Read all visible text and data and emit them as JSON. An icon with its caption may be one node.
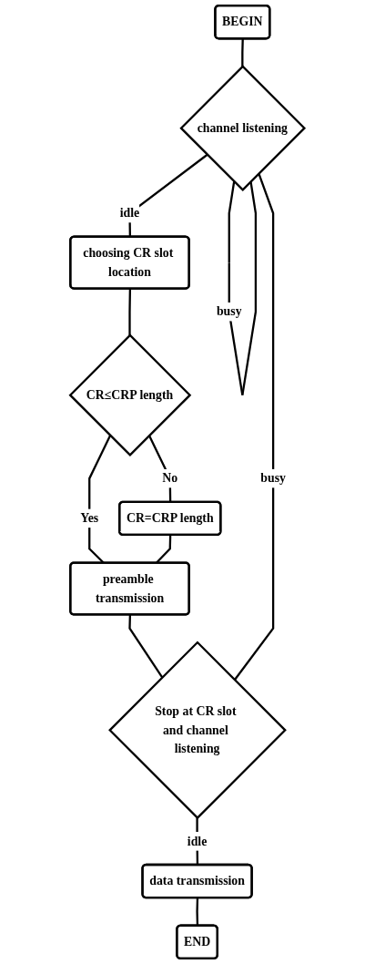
{
  "diagram": {
    "nodes": [
      {
        "text": [
          "BEGIN"
        ]
      },
      {
        "text": [
          "channel listening"
        ]
      },
      {
        "text": [
          "choosing CR slot location"
        ]
      },
      {
        "text": [
          "CR≤CRP length"
        ]
      },
      {
        "text": [
          "CR=CRP length"
        ]
      },
      {
        "text": [
          "preamble transmission"
        ]
      },
      {
        "text": [
          "Stop at CR slot and channel listening"
        ]
      },
      {
        "text": [
          "data transmission"
        ]
      },
      {
        "text": [
          "END"
        ]
      }
    ],
    "edges": [
      {
        "from": 0,
        "to": 1,
        "arrow": "none"
      },
      {
        "from": 1,
        "to": 1,
        "arrow": "none",
        "label": "busy"
      },
      {
        "from": 1,
        "to": 2,
        "arrow": "none",
        "label": "idle"
      },
      {
        "from": 2,
        "to": 3,
        "arrow": "none"
      },
      {
        "from": 3,
        "to": 4,
        "arrow": "none",
        "label": "No"
      },
      {
        "from": 3,
        "to": 5,
        "arrow": "none",
        "label": "Yes"
      },
      {
        "from": 4,
        "to": 5,
        "arrow": "none"
      },
      {
        "from": 5,
        "to": 6,
        "arrow": "none"
      },
      {
        "from": 6,
        "to": 1,
        "arrow": "none",
        "label": "busy"
      },
      {
        "from": 6,
        "to": 7,
        "arrow": "none",
        "label": "idle"
      },
      {
        "from": 7,
        "to": 8,
        "arrow": "none"
      }
    ]
  }
}
